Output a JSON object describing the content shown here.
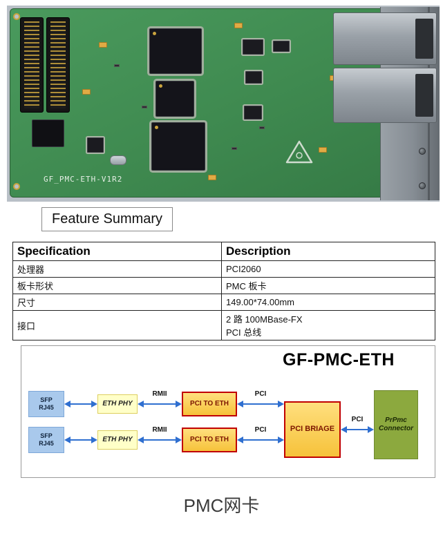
{
  "photo": {
    "board_label": "GF_PMC-ETH-V1R2"
  },
  "feature_summary": "Feature Summary",
  "spec_table": {
    "headers": [
      "Specification",
      "Description"
    ],
    "rows": [
      {
        "spec": "处理器",
        "desc": "PCI2060"
      },
      {
        "spec": "板卡形状",
        "desc": "PMC 板卡"
      },
      {
        "spec": "尺寸",
        "desc": "149.00*74.00mm"
      },
      {
        "spec": "接口",
        "desc": "2 路 100MBase-FX\nPCI 总线"
      }
    ]
  },
  "diagram": {
    "title": "GF-PMC-ETH",
    "blocks": {
      "sfp": "SFP\nRJ45",
      "eth_phy": "ETH PHY",
      "pci_to_eth": "PCI TO ETH",
      "pci_bridge": "PCI BRIAGE",
      "prpmc": "PrPmc\nConnector"
    },
    "labels": {
      "rmii": "RMII",
      "pci": "PCI"
    }
  },
  "caption": "PMC网卡",
  "colors": {
    "board_green": "#3f8a50",
    "sfp_fill": "#a9c9ec",
    "phy_fill": "#ffffc8",
    "pci_block_fill": "#f6c23a",
    "pci_block_border": "#c00000",
    "prpmc_fill": "#8ca93e",
    "arrow_blue": "#2f6fd0"
  }
}
